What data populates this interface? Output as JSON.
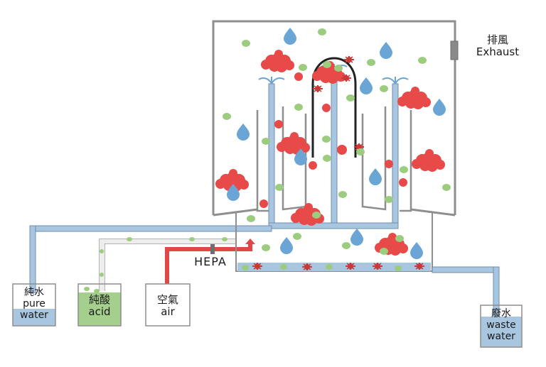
{
  "labels": {
    "exhaust_cn": "排風",
    "exhaust_en": "Exhaust",
    "hepa": "HEPA",
    "pure_water_cn": "純水",
    "pure_water_en1": "pure",
    "pure_water_en2": "water",
    "acid_cn": "純酸",
    "acid_en": "acid",
    "air_cn": "空氣",
    "air_en": "air",
    "waste_water_cn": "廢水",
    "waste_water_en1": "waste",
    "waste_water_en2": "water"
  },
  "colors": {
    "pipe_water": "#a9c6e0",
    "pipe_outline": "#6f8fae",
    "pipe_acid": "#e7e7e7",
    "pipe_air": "#e04848",
    "chamber_stroke": "#8e8e8e",
    "particle_red": "#e84a4a",
    "droplet_blue": "#6aa5d6",
    "dot_green": "#9ccc7e",
    "liquid_water": "#a9c6e0",
    "liquid_acid": "#a5cf8c"
  },
  "icons": [
    "particle-cluster-icon",
    "water-droplet-icon",
    "acid-dot-icon",
    "spray-nozzle-icon",
    "exhaust-fan-icon",
    "hepa-filter-icon"
  ]
}
